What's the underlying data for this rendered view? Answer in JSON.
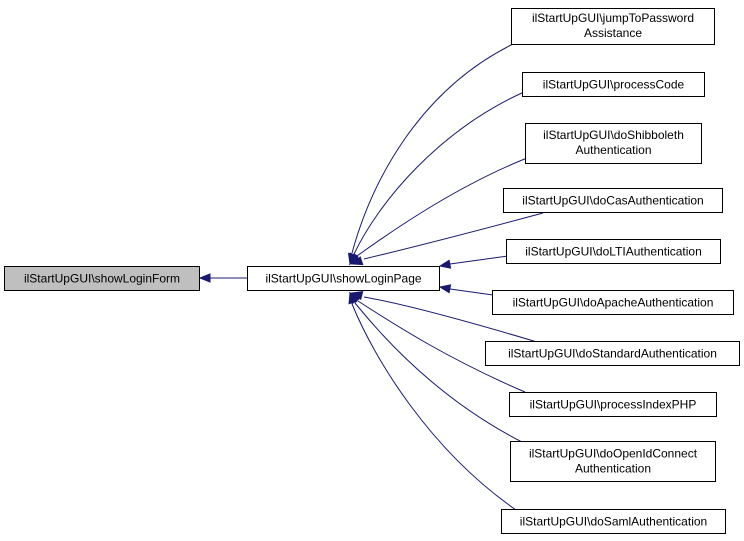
{
  "diagram": {
    "focus": {
      "label": "ilStartUpGUI\\showLoginForm"
    },
    "hub": {
      "label": "ilStartUpGUI\\showLoginPage"
    },
    "callers": [
      {
        "lines": [
          "ilStartUpGUI\\jumpToPassword",
          "Assistance"
        ]
      },
      {
        "lines": [
          "ilStartUpGUI\\processCode"
        ]
      },
      {
        "lines": [
          "ilStartUpGUI\\doShibboleth",
          "Authentication"
        ]
      },
      {
        "lines": [
          "ilStartUpGUI\\doCasAuthentication"
        ]
      },
      {
        "lines": [
          "ilStartUpGUI\\doLTIAuthentication"
        ]
      },
      {
        "lines": [
          "ilStartUpGUI\\doApacheAuthentication"
        ]
      },
      {
        "lines": [
          "ilStartUpGUI\\doStandardAuthentication"
        ]
      },
      {
        "lines": [
          "ilStartUpGUI\\processIndexPHP"
        ]
      },
      {
        "lines": [
          "ilStartUpGUI\\doOpenIdConnect",
          "Authentication"
        ]
      },
      {
        "lines": [
          "ilStartUpGUI\\doSamlAuthentication"
        ]
      }
    ],
    "colors": {
      "edge": "#191970",
      "focus_fill": "#bfbfbf",
      "node_fill": "#ffffff",
      "border": "#000000"
    }
  }
}
